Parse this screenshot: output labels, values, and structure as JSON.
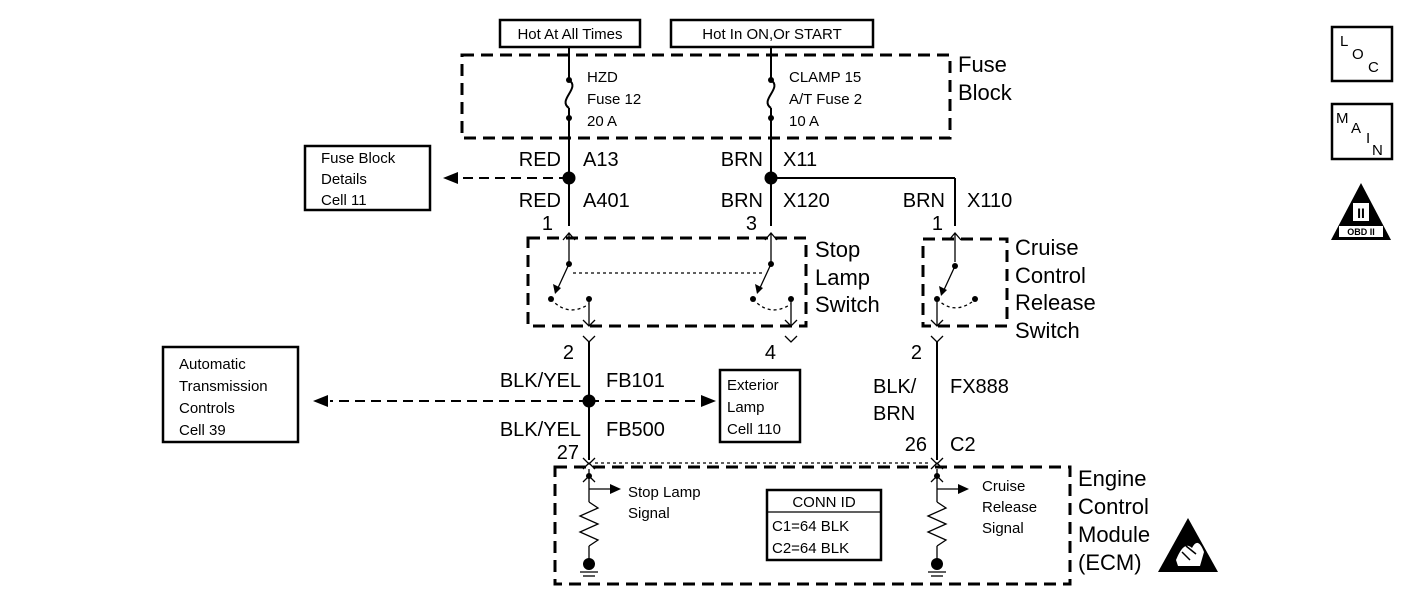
{
  "power": {
    "hot_at_all_times": "Hot At All Times",
    "hot_in_on_start": "Hot In ON,Or START"
  },
  "fuse_block": {
    "line1": "Fuse",
    "line2": "Block",
    "fuse_left": {
      "name": "HZD",
      "fuse": "Fuse 12",
      "rating": "20 A"
    },
    "fuse_right": {
      "name": "CLAMP 15",
      "fuse": "A/T Fuse 2",
      "rating": "10 A"
    }
  },
  "wires": {
    "red_a13": {
      "color": "RED",
      "circuit": "A13"
    },
    "red_a401": {
      "color": "RED",
      "circuit": "A401",
      "pin": "1"
    },
    "brn_x11": {
      "color": "BRN",
      "circuit": "X11"
    },
    "brn_x120": {
      "color": "BRN",
      "circuit": "X120",
      "pin": "3"
    },
    "brn_x110": {
      "color": "BRN",
      "circuit": "X110",
      "pin": "1"
    },
    "blkyel_fb101": {
      "color": "BLK/YEL",
      "circuit": "FB101",
      "pin": "2"
    },
    "blkyel_fb500": {
      "color": "BLK/YEL",
      "circuit": "FB500",
      "pin": "27"
    },
    "blkbrn_fx888": {
      "color_line1": "BLK/",
      "color_line2": "BRN",
      "circuit": "FX888",
      "pin_top": "2",
      "pin_bottom": "26",
      "connector": "C2"
    },
    "stop_lamp_pin4": "4"
  },
  "references": {
    "fuse_block_details": [
      "Fuse Block",
      "Details",
      "Cell 11"
    ],
    "automatic_transmission": [
      "Automatic",
      "Transmission",
      "Controls",
      "Cell 39"
    ],
    "exterior_lamp": [
      "Exterior",
      "Lamp",
      "Cell 110"
    ]
  },
  "switches": {
    "stop_lamp": [
      "Stop",
      "Lamp",
      "Switch"
    ],
    "cruise_release": [
      "Cruise",
      "Control",
      "Release",
      "Switch"
    ]
  },
  "ecm": {
    "label": [
      "Engine",
      "Control",
      "Module",
      "(ECM)"
    ],
    "stop_lamp_signal": [
      "Stop Lamp",
      "Signal"
    ],
    "cruise_release_signal": [
      "Cruise",
      "Release",
      "Signal"
    ],
    "conn_id": {
      "title": "CONN ID",
      "c1": "C1=64 BLK",
      "c2": "C2=64 BLK"
    }
  },
  "icons": {
    "loc": [
      "L",
      "O",
      "C"
    ],
    "main": [
      "M",
      "A",
      "I",
      "N"
    ],
    "obd": {
      "numeral": "II",
      "text": "OBD II"
    }
  }
}
